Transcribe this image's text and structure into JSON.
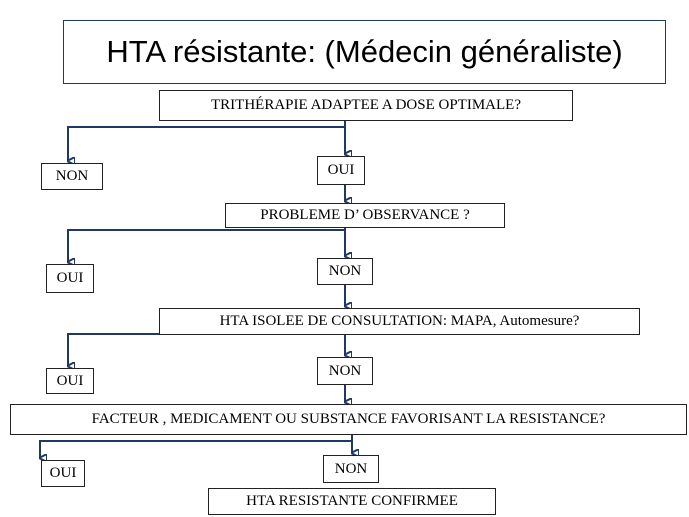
{
  "title": "HTA résistante: (Médecin généraliste)",
  "steps": [
    {
      "question": "TRITHÉRAPIE ADAPTEE A DOSE OPTIMALE?",
      "left_answer": "NON",
      "right_answer": "OUI"
    },
    {
      "question": "PROBLEME D’ OBSERVANCE ?",
      "left_answer": "OUI",
      "right_answer": "NON"
    },
    {
      "question": "HTA ISOLEE DE CONSULTATION:  MAPA, Automesure?",
      "left_answer": "OUI",
      "right_answer": "NON"
    },
    {
      "question": "FACTEUR , MEDICAMENT OU SUBSTANCE FAVORISANT LA RESISTANCE?",
      "left_answer": "OUI",
      "right_answer": "NON"
    }
  ],
  "conclusion": "HTA RESISTANTE CONFIRMEE",
  "colors": {
    "arrow": "#1f3864",
    "title_border": "#1f3a5f"
  }
}
